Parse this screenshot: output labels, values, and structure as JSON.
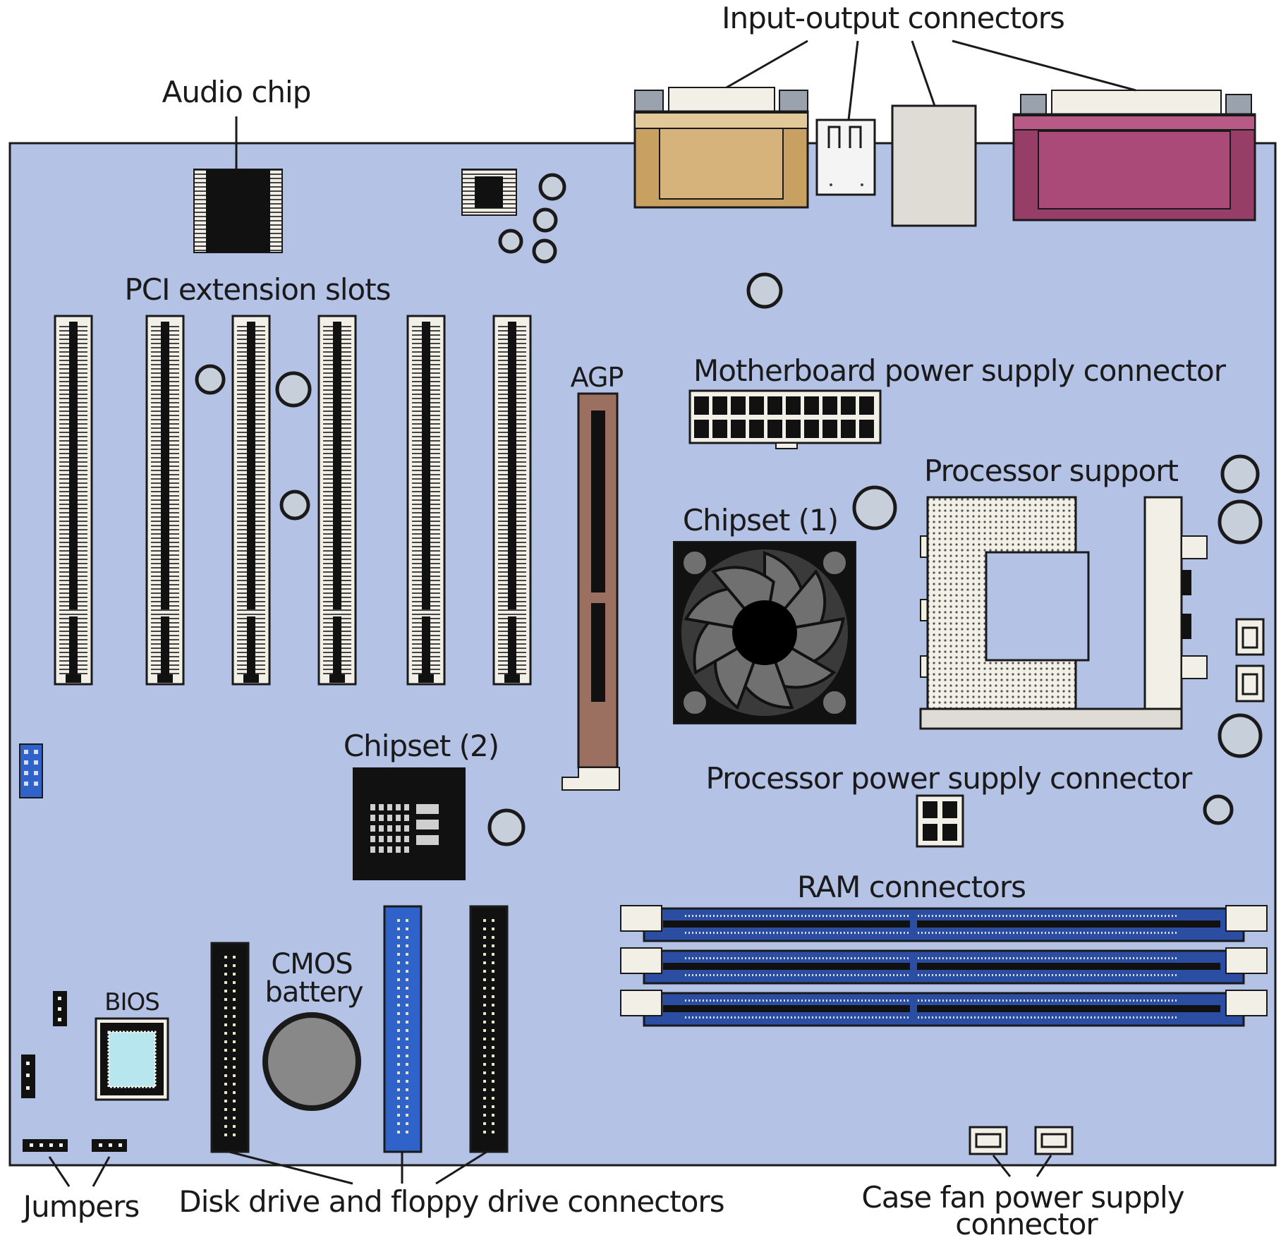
{
  "labels": {
    "io_connectors": "Input-output connectors",
    "audio_chip": "Audio chip",
    "pci_slots": "PCI extension slots",
    "agp": "AGP",
    "mb_power": "Motherboard power supply connector",
    "processor_support": "Processor support",
    "chipset1": "Chipset (1)",
    "chipset2": "Chipset (2)",
    "cpu_power": "Processor power supply connector",
    "ram": "RAM connectors",
    "cmos_line1": "CMOS",
    "cmos_line2": "battery",
    "bios": "BIOS",
    "jumpers": "Jumpers",
    "disk_drive": "Disk drive and floppy drive connectors",
    "case_fan_line1": "Case fan power supply",
    "case_fan_line2": "connector"
  },
  "colors": {
    "board": "#b4c2e6",
    "outline": "#1a1a1a",
    "slot": "#f1efe6",
    "agp": "#9b7060",
    "serial": "#c7a062",
    "parallel": "#963d68",
    "ram_blue": "#2b4ea3",
    "ide_blue": "#2f63c9",
    "chip_black": "#111111",
    "fan_blade": "#707070",
    "battery": "#888888",
    "bios_window": "#b8e6ef"
  }
}
